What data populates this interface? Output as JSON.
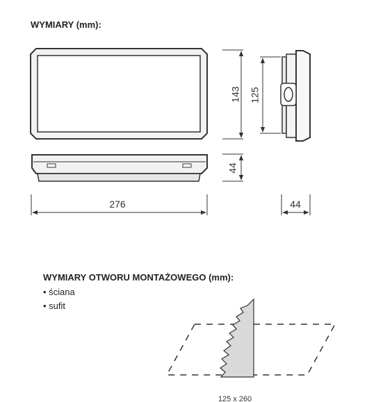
{
  "dimensions_title": "WYMIARY (mm):",
  "front_view": {
    "height_outer": "143",
    "height_depth": "44",
    "width": "276"
  },
  "side_view": {
    "height_inner": "125",
    "depth": "44"
  },
  "mounting": {
    "title": "WYMIARY OTWORU MONTAŻOWEGO (mm):",
    "items": [
      "ściana",
      "sufit"
    ],
    "cutout_size": "125 x 260"
  }
}
